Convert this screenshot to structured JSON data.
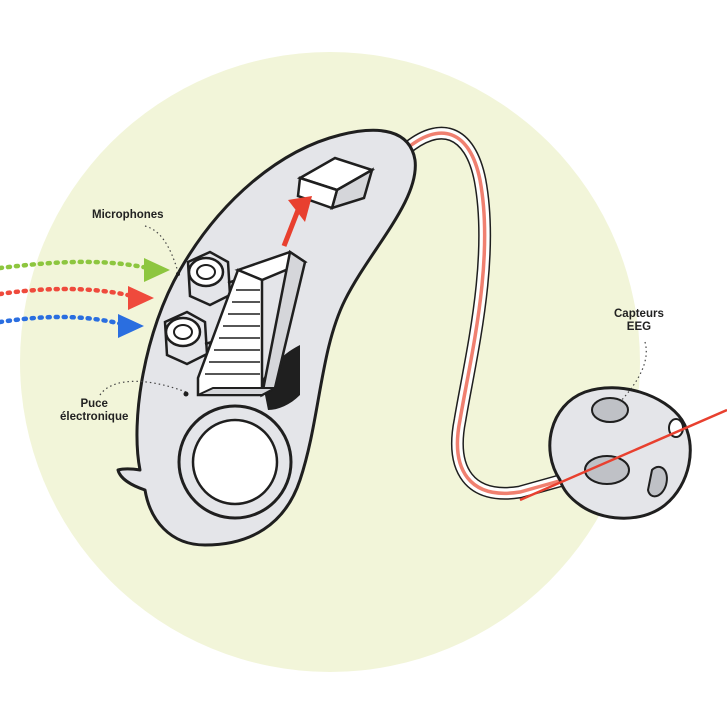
{
  "labels": {
    "microphones": "Microphones",
    "puce_line1": "Puce",
    "puce_line2": "électronique",
    "capteurs_line1": "Capteurs",
    "capteurs_line2": "EEG"
  },
  "colors": {
    "background_circle": "#f2f5d9",
    "device_fill": "#e4e5e9",
    "outline": "#1f1f1f",
    "arrow_green": "#8dc63f",
    "arrow_red": "#ef4a3c",
    "arrow_blue": "#2a6ee0",
    "wire_red": "#f08070",
    "signal_red": "#e8402f"
  },
  "icons": {
    "sound_arrows": [
      "green-sound-arrow-icon",
      "red-sound-arrow-icon",
      "blue-sound-arrow-icon"
    ],
    "signal_arrow": "red-up-arrow-icon"
  }
}
